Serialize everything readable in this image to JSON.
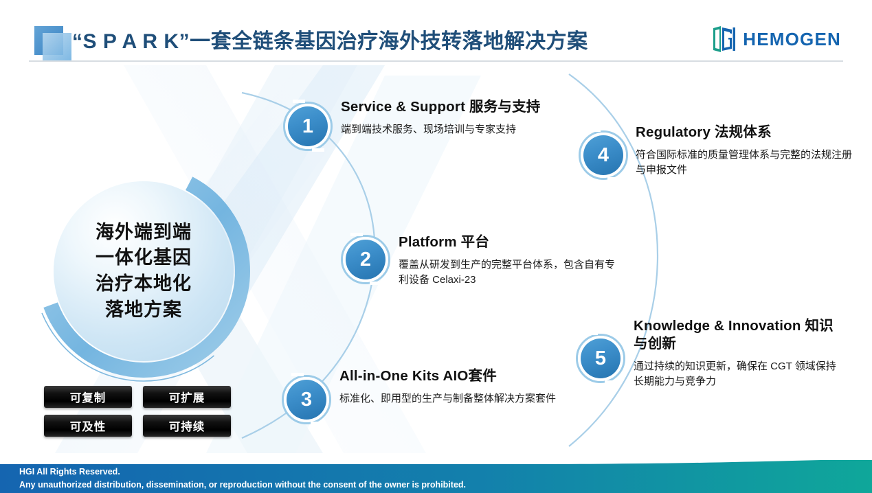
{
  "header": {
    "title": "“S P A R K”一套全链条基因治疗海外技转落地解决方案",
    "logo_text": "HEMOGEN",
    "logo_mark": "hemogen-monogram",
    "title_color": "#1F4E79",
    "logo_color": "#1565B0"
  },
  "center": {
    "lines": [
      "海外端到端",
      "一体化基因",
      "治疗本地化",
      "落地方案"
    ]
  },
  "items": [
    {
      "number": "1",
      "title": "Service & Support 服务与支持",
      "desc": "端到端技术服务、现场培训与专家支持"
    },
    {
      "number": "2",
      "title": "Platform 平台",
      "desc": "覆盖从研发到生产的完整平台体系，包含自有专利设备 Celaxi-23"
    },
    {
      "number": "3",
      "title": "All-in-One Kits AIO套件",
      "desc": "标准化、即用型的生产与制备整体解决方案套件"
    },
    {
      "number": "4",
      "title": "Regulatory 法规体系",
      "desc": "符合国际标准的质量管理体系与完整的法规注册与申报文件"
    },
    {
      "number": "5",
      "title": "Knowledge & Innovation 知识与创新",
      "desc": "通过持续的知识更新，确保在 CGT 领域保持长期能力与竞争力"
    }
  ],
  "tags": [
    "可复制",
    "可扩展",
    "可及性",
    "可持续"
  ],
  "footer": {
    "line1": "HGI All Rights Reserved.",
    "line2": "Any unauthorized distribution, dissemination, or reproduction without the consent of the owner is prohibited.",
    "gradient_start": "#1565B0",
    "gradient_end": "#0FA79A"
  }
}
